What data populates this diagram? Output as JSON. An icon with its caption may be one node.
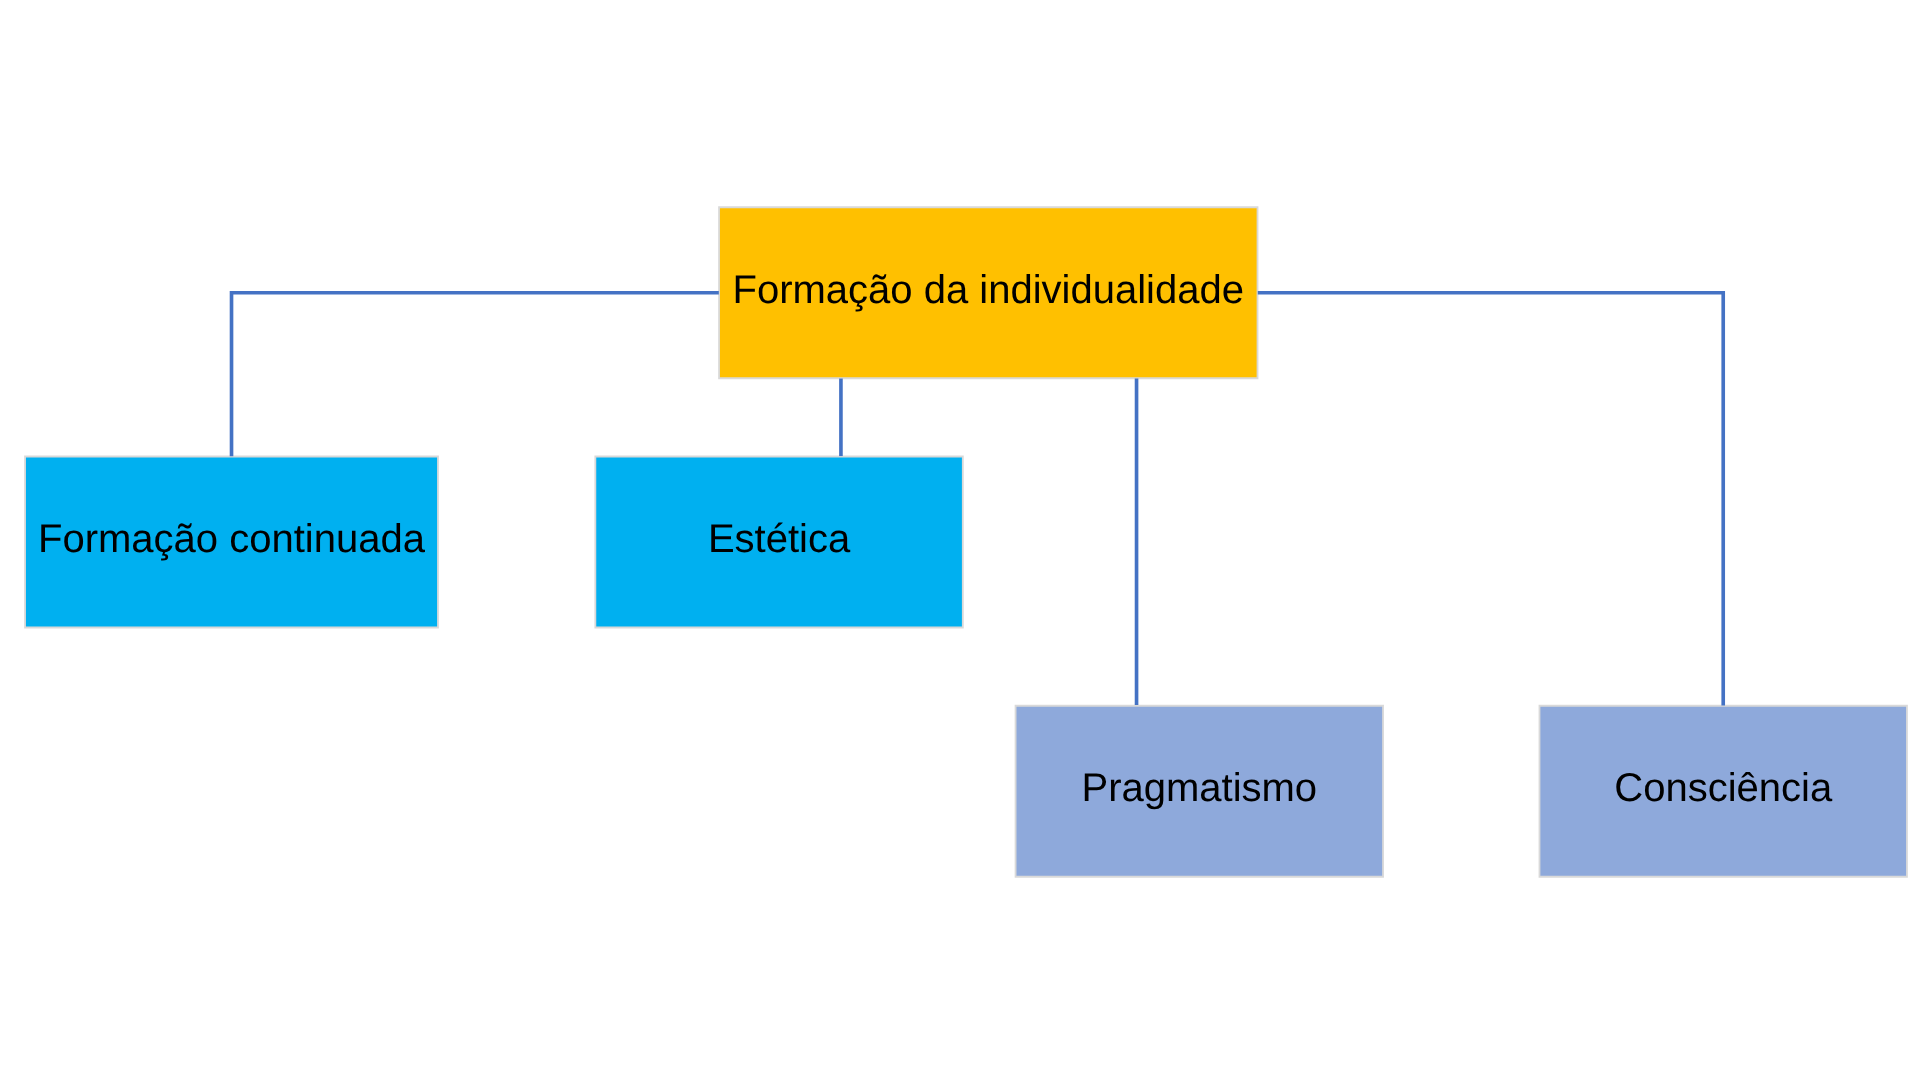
{
  "diagram": {
    "nodes": [
      {
        "text": [
          "Formação da individualidade"
        ]
      },
      {
        "text": [
          "Formação continuada"
        ]
      },
      {
        "text": [
          "Estética"
        ]
      },
      {
        "text": [
          "Pragmatismo"
        ]
      },
      {
        "text": [
          "Consciência"
        ]
      }
    ],
    "edges": [
      {
        "from": 0,
        "to": 1,
        "arrow": "none"
      },
      {
        "from": 0,
        "to": 2,
        "arrow": "none"
      },
      {
        "from": 0,
        "to": 3,
        "arrow": "none"
      },
      {
        "from": 0,
        "to": 4,
        "arrow": "none"
      }
    ]
  }
}
